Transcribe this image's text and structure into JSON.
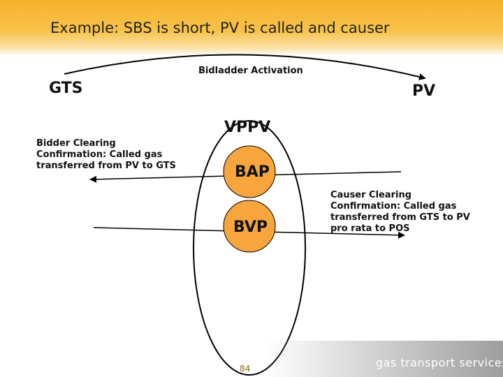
{
  "slide": {
    "title": "Example: SBS is short, PV is called and causer"
  },
  "diagram": {
    "gts_label": "GTS",
    "pv_label": "PV",
    "activation_label": "Bidladder Activation",
    "vppv_label": "VPPV",
    "bap_label": "BAP",
    "bvp_label": "BVP",
    "bidder_clearing": [
      "Bidder Clearing",
      "Confirmation: Called gas",
      "transferred from PV to GTS"
    ],
    "causer_clearing": [
      "Causer Clearing",
      "Confirmation: Called gas",
      "transferred from GTS to PV",
      "pro rata to POS"
    ],
    "colors": {
      "header": "#f6b32c",
      "node_fill": "#f7a53c",
      "stroke": "#000000"
    }
  },
  "footer": {
    "page_number": "84",
    "logo_text": "gas transport services"
  }
}
